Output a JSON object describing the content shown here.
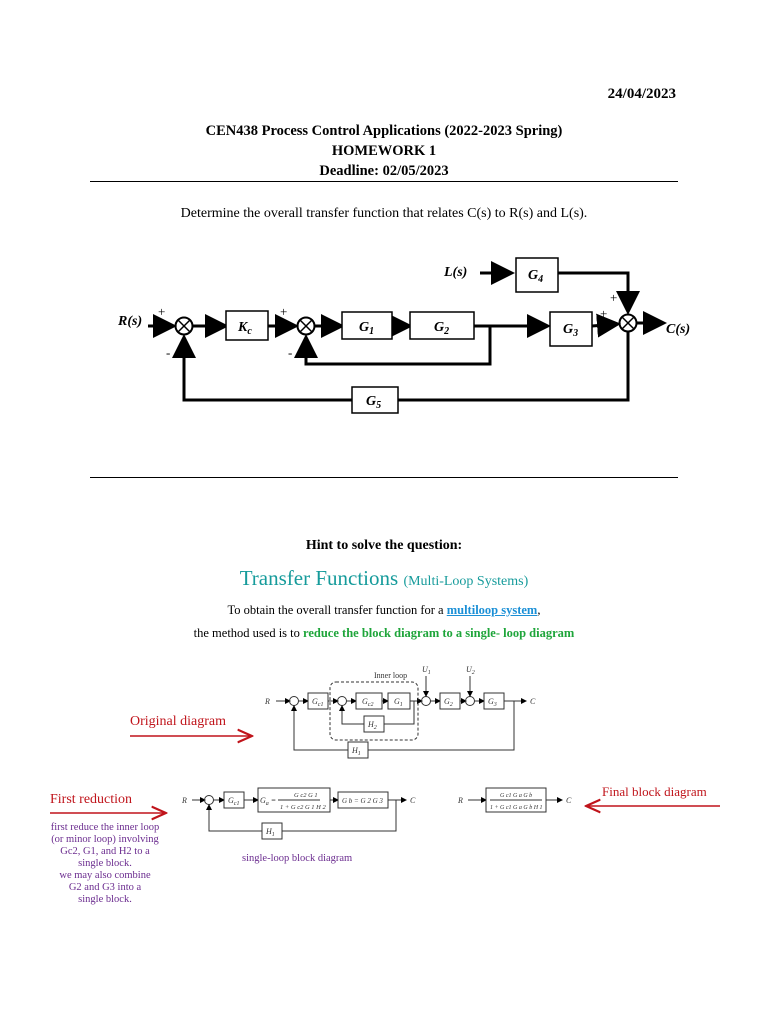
{
  "header": {
    "date": "24/04/2023",
    "course": "CEN438 Process Control Applications (2022-2023 Spring)",
    "homework": "HOMEWORK 1",
    "deadline": "Deadline: 02/05/2023"
  },
  "question": "Determine the overall transfer function that relates C(s) to R(s) and L(s).",
  "main_diagram": {
    "input_r": "R(s)",
    "input_l": "L(s)",
    "output_c": "C(s)",
    "kc": "K",
    "kc_sub": "c",
    "g1": "G",
    "g1_sub": "1",
    "g2": "G",
    "g2_sub": "2",
    "g3": "G",
    "g3_sub": "3",
    "g4": "G",
    "g4_sub": "4",
    "g5": "G",
    "g5_sub": "5",
    "plus": "+",
    "minus": "-"
  },
  "hint": {
    "title": "Hint to solve the question:",
    "tf_title": "Transfer Functions",
    "tf_sub": "(Multi-Loop Systems)",
    "line1_pre": "To obtain the overall transfer function for a ",
    "line1_link": "multiloop system",
    "line1_post": ",",
    "line2_pre": "the method used is to ",
    "line2_green": "reduce the block diagram to a single- loop diagram"
  },
  "original": {
    "label": "Original diagram",
    "r": "R",
    "c": "C",
    "inner_loop": "Inner loop",
    "gc1": "G",
    "gc1_sub": "c1",
    "gc2": "G",
    "gc2_sub": "c2",
    "g1": "G",
    "g1_sub": "1",
    "g2": "G",
    "g2_sub": "2",
    "g3": "G",
    "g3_sub": "3",
    "h2": "H",
    "h2_sub": "2",
    "h1": "H",
    "h1_sub": "1",
    "u1": "U",
    "u1_sub": "1",
    "u2": "U",
    "u2_sub": "2"
  },
  "first_reduction": {
    "label": "First reduction",
    "note_lines": [
      "first reduce the inner loop",
      "(or minor loop) involving",
      "Gc2, G1, and H2 to a",
      "single block.",
      "we may also combine",
      "G2 and G3 into a",
      "single block."
    ],
    "r": "R",
    "c": "C",
    "gc1": "G",
    "gc1_sub": "c1",
    "ga_lhs": "G",
    "ga_lhs_sub": "a",
    "ga_num": "G c2 G 1",
    "ga_den": "1 + G c2 G 1 H 2",
    "gb": "G b = G 2 G 3",
    "h1": "H",
    "h1_sub": "1",
    "caption": "single-loop block diagram"
  },
  "final": {
    "label": "Final block diagram",
    "r": "R",
    "c": "C",
    "num": "G c1 G a G b",
    "den": "1 + G c1 G a G b H 1"
  }
}
